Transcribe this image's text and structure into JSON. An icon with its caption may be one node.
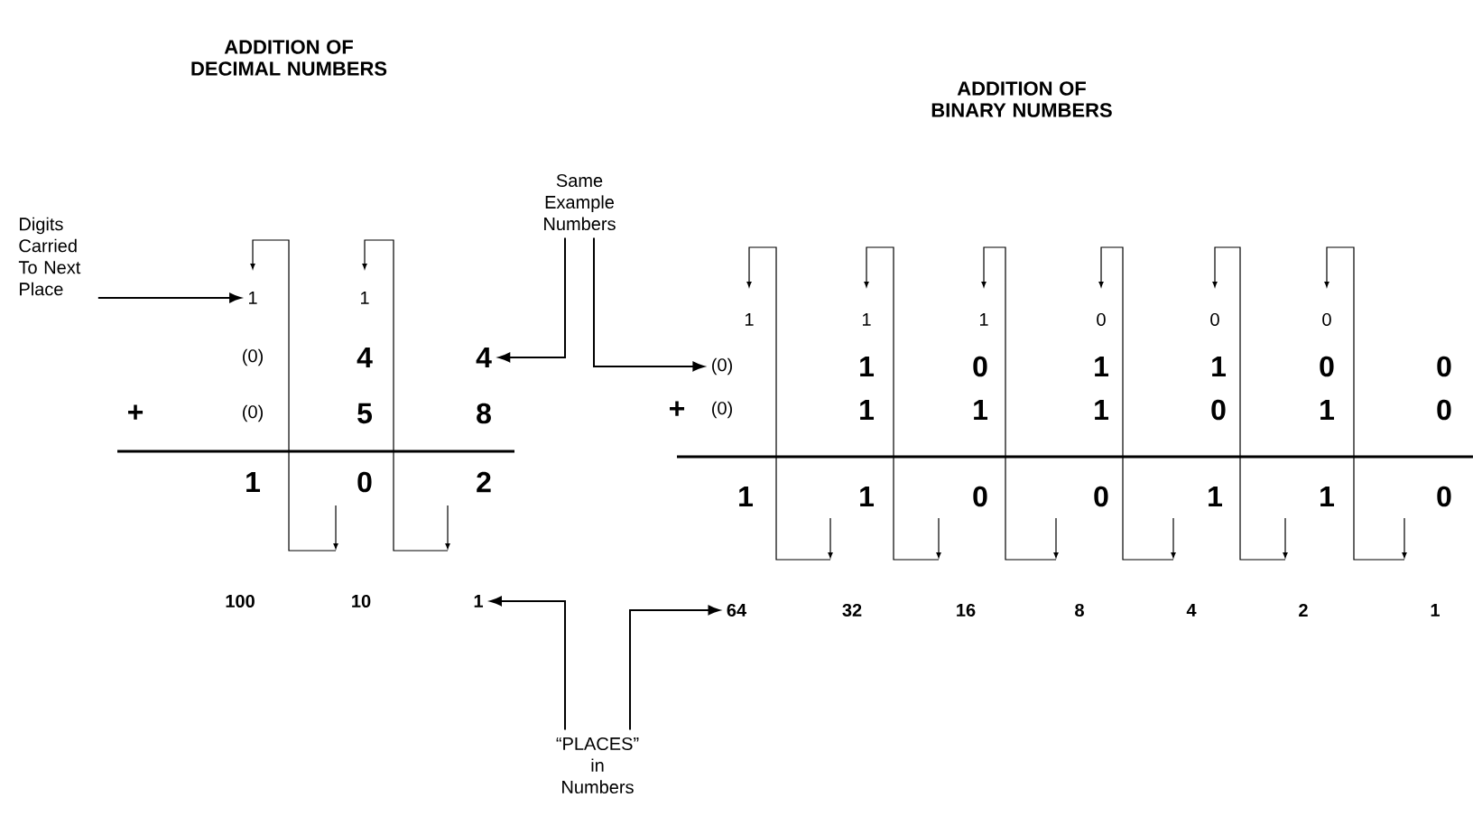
{
  "diagram": {
    "nodes": [
      {
        "text": [
          "Digits Carried To Next Place"
        ]
      },
      {
        "text": [
          "1"
        ]
      },
      {
        "text": [
          "Same Example Numbers"
        ]
      },
      {
        "text": [
          "4"
        ]
      },
      {
        "text": [
          "(0)"
        ]
      },
      {
        "text": [
          "“PLACES” in Numbers"
        ]
      },
      {
        "text": [
          "1"
        ]
      },
      {
        "text": [
          "64"
        ]
      }
    ],
    "edges": [
      {
        "from": 0,
        "to": 1,
        "arrow": "to"
      },
      {
        "from": 2,
        "to": 3,
        "arrow": "to"
      },
      {
        "from": 2,
        "to": 4,
        "arrow": "to"
      },
      {
        "from": 5,
        "to": 6,
        "arrow": "to"
      },
      {
        "from": 5,
        "to": 7,
        "arrow": "to"
      }
    ],
    "labels": [
      "ADDITION OF DECIMAL NUMBERS",
      "ADDITION OF BINARY NUMBERS",
      "1",
      "(0)",
      "4",
      "+",
      "(0)",
      "5",
      "8",
      "1",
      "0",
      "2",
      "1",
      "1",
      "1",
      "0",
      "0",
      "0",
      "1",
      "0",
      "1",
      "1",
      "0",
      "0",
      "+",
      "(0)",
      "1",
      "1",
      "1",
      "0",
      "1",
      "0",
      "1",
      "1",
      "0",
      "0",
      "1",
      "1",
      "0",
      "100",
      "10",
      "32",
      "16",
      "8",
      "4",
      "2",
      "1"
    ]
  }
}
